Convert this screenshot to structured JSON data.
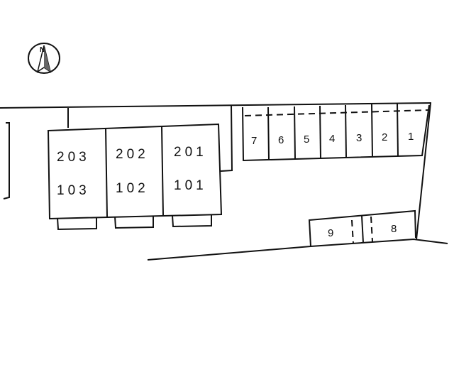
{
  "compass": {
    "letter": "N",
    "icon": "north-arrow-icon"
  },
  "building": {
    "units": [
      {
        "upper": "203",
        "lower": "103"
      },
      {
        "upper": "202",
        "lower": "102"
      },
      {
        "upper": "201",
        "lower": "101"
      }
    ]
  },
  "parking_top": [
    "7",
    "6",
    "5",
    "4",
    "3",
    "2",
    "1"
  ],
  "parking_bottom": [
    "9",
    "8"
  ]
}
